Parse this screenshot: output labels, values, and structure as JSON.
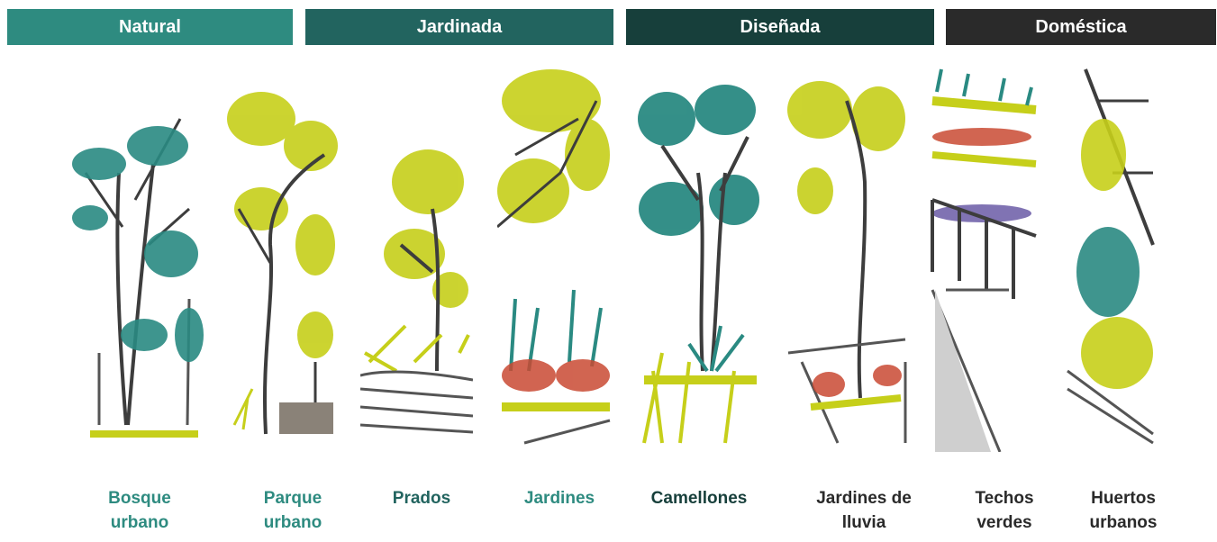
{
  "categories": [
    {
      "title": "Natural",
      "color": "#2e8b80"
    },
    {
      "title": "Jardinada",
      "color": "#22645f"
    },
    {
      "title": "Diseñada",
      "color": "#173f3b"
    },
    {
      "title": "Doméstica",
      "color": "#2a2a2a"
    }
  ],
  "items": [
    {
      "label_line1": "Bosque",
      "label_line2": "urbano",
      "color": "#2e8b80"
    },
    {
      "label_line1": "Parque",
      "label_line2": "urbano",
      "color": "#2e8b80"
    },
    {
      "label_line1": "Prados",
      "label_line2": "",
      "color": "#22645f"
    },
    {
      "label_line1": "Jardines",
      "label_line2": "",
      "color": "#2e8b80"
    },
    {
      "label_line1": "Camellones",
      "label_line2": "",
      "color": "#173f3b"
    },
    {
      "label_line1": "Jardines de",
      "label_line2": "lluvia",
      "color": "#2a2a2a"
    },
    {
      "label_line1": "Techos",
      "label_line2": "verdes",
      "color": "#2a2a2a"
    },
    {
      "label_line1": "Huertos",
      "label_line2": "urbanos",
      "color": "#2a2a2a"
    }
  ],
  "palette": {
    "teal": "#2a8a82",
    "lime": "#c6cf1a",
    "trunk": "#3d3d3d",
    "red": "#c94a33",
    "purple": "#6a5aa6",
    "grey": "#cfcfcf"
  }
}
